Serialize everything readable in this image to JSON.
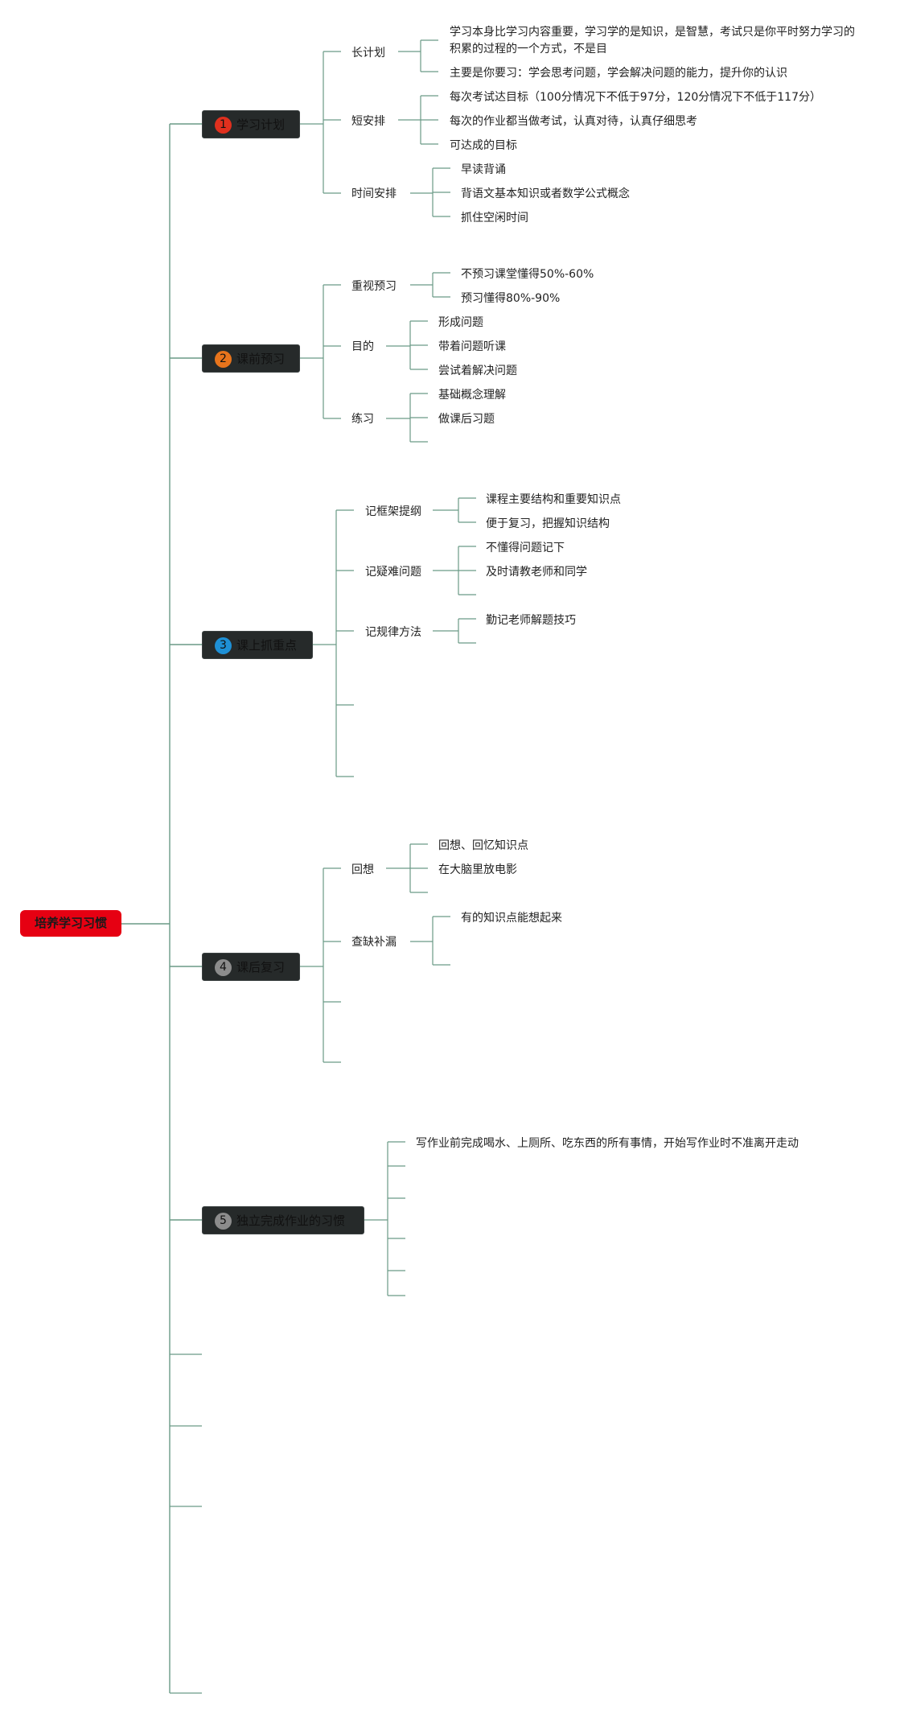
{
  "root": {
    "label": "培养学习习惯",
    "color": "#e60012"
  },
  "line_color": "#6a9a86",
  "branches": [
    {
      "num": "1",
      "num_color": "#e0301e",
      "label": "学习计划",
      "children": [
        {
          "label": "长计划",
          "children": [
            "学习本身比学习内容重要，学习学的是知识，是智慧，考试只是你平时努力学习的积累的过程的一个方式，不是目",
            "主要是你要习：学会思考问题，学会解决问题的能力，提升你的认识"
          ]
        },
        {
          "label": "短安排",
          "children": [
            "每次考试达目标（100分情况下不低于97分，120分情况下不低于117分）",
            "每次的作业都当做考试，认真对待，认真仔细思考",
            "可达成的目标"
          ]
        },
        {
          "label": "时间安排",
          "children": [
            "早读背诵",
            "背语文基本知识或者数学公式概念",
            "抓住空闲时间"
          ]
        }
      ]
    },
    {
      "num": "2",
      "num_color": "#e8741c",
      "label": "课前预习",
      "children": [
        {
          "label": "重视预习",
          "children": [
            "不预习课堂懂得50%-60%",
            "预习懂得80%-90%"
          ]
        },
        {
          "label": "目的",
          "children": [
            "形成问题",
            "带着问题听课",
            "尝试着解决问题"
          ]
        },
        {
          "label": "练习",
          "children": [
            "基础概念理解",
            "做课后习题"
          ]
        }
      ]
    },
    {
      "num": "3",
      "num_color": "#1e90d6",
      "label": "课上抓重点",
      "children": [
        {
          "label": "记框架提纲",
          "children": [
            "课程主要结构和重要知识点",
            "便于复习，把握知识结构"
          ]
        },
        {
          "label": "记疑难问题",
          "children": [
            "不懂得问题记下",
            "及时请教老师和同学"
          ]
        },
        {
          "label": "记规律方法",
          "children": [
            "勤记老师解题技巧"
          ]
        }
      ]
    },
    {
      "num": "4",
      "num_color": "#8c8c8c",
      "label": "课后复习",
      "children": [
        {
          "label": "回想",
          "children": [
            "回想、回忆知识点",
            "在大脑里放电影"
          ]
        },
        {
          "label": "查缺补漏",
          "children": [
            "有的知识点能想起来"
          ]
        }
      ]
    },
    {
      "num": "5",
      "num_color": "#8c8c8c",
      "label": "独立完成作业的习惯",
      "children": [
        {
          "label": "写作业前完成喝水、上厕所、吃东西的所有事情，开始写作业时不准离开走动",
          "children": []
        }
      ]
    }
  ]
}
